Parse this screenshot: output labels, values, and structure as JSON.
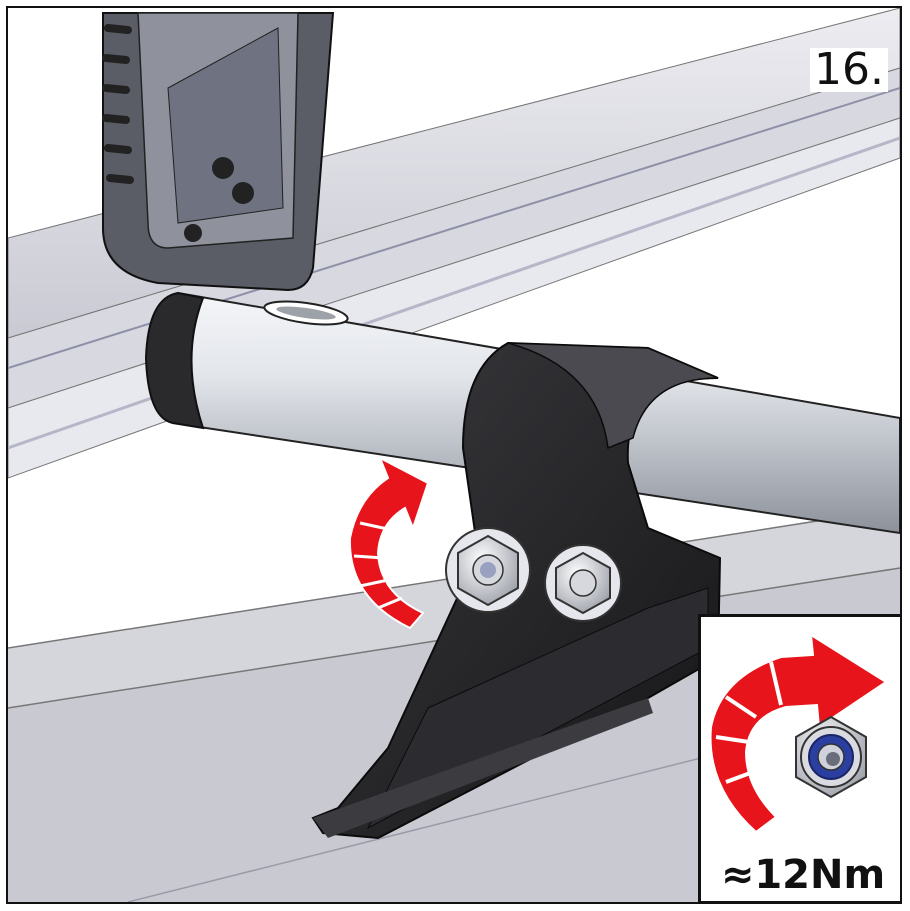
{
  "step": {
    "number": "16."
  },
  "torque": {
    "label": "≈12Nm"
  },
  "colors": {
    "arrow_red": "#e8141b",
    "bracket_black": "#202022",
    "tube_silver": "#d8dce2",
    "nylon_insert_blue": "#2a3fa0"
  },
  "icons": {
    "rotation_arrow": "curved-arrow-clockwise",
    "fastener": "nylon-lock-nut"
  }
}
